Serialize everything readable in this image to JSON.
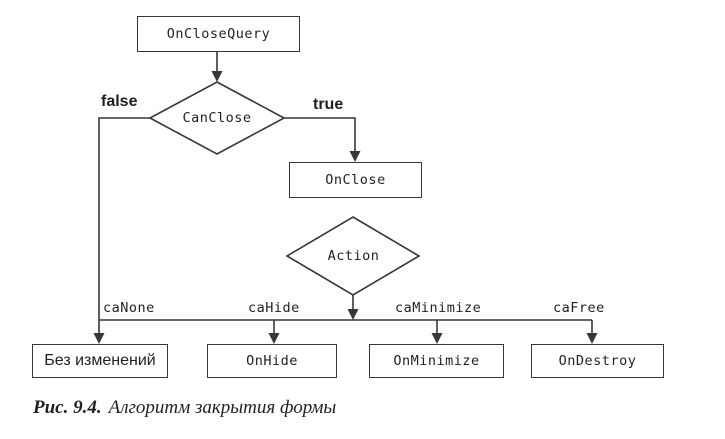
{
  "flowchart": {
    "nodes": {
      "onCloseQuery": "OnCloseQuery",
      "canClose": "CanClose",
      "onClose": "OnClose",
      "action": "Action",
      "noChanges": "Без изменений",
      "onHide": "OnHide",
      "onMinimize": "OnMinimize",
      "onDestroy": "OnDestroy"
    },
    "branches": {
      "falseLabel": "false",
      "trueLabel": "true",
      "caNone": "caNone",
      "caHide": "caHide",
      "caMinimize": "caMinimize",
      "caFree": "caFree"
    }
  },
  "figure": {
    "caption": {
      "prefix": "Рис. 9.4.",
      "title": "Алгоритм закрытия формы"
    }
  },
  "colors": {
    "line-color": "#3a3536",
    "text-color": "#231f20",
    "background": "#ffffff"
  }
}
